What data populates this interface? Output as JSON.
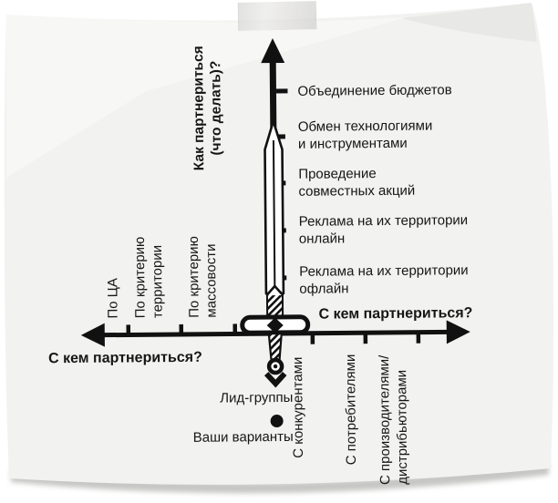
{
  "colors": {
    "background": "#ffffff",
    "paper": "#f2f2f1",
    "ink": "#161616"
  },
  "diagram": {
    "y_axis": {
      "title_line1": "Как партнериться",
      "title_line2": "(что делать)?",
      "items": [
        {
          "line1": "Объединение бюджетов",
          "line2": ""
        },
        {
          "line1": "Обмен технологиями",
          "line2": "и инструментами"
        },
        {
          "line1": "Проведение",
          "line2": "совместных акций"
        },
        {
          "line1": "Реклама на их территории",
          "line2": "онлайн"
        },
        {
          "line1": "Реклама на их территории",
          "line2": "офлайн"
        }
      ]
    },
    "x_axis": {
      "title_left": "С кем партнериться?",
      "title_right": "С кем партнериться?",
      "left_items": [
        {
          "line1": "По ЦА",
          "line2": ""
        },
        {
          "line1": "По критерию",
          "line2": "территории"
        },
        {
          "line1": "По критерию",
          "line2": "массовости"
        }
      ],
      "right_items": [
        {
          "line1": "С конкурентами",
          "line2": ""
        },
        {
          "line1": "С потребителями",
          "line2": ""
        },
        {
          "line1": "С производителями/",
          "line2": "дистрибьюторами"
        }
      ]
    },
    "footer": {
      "brand": "Лид-группы",
      "note": "Ваши варианты"
    }
  }
}
